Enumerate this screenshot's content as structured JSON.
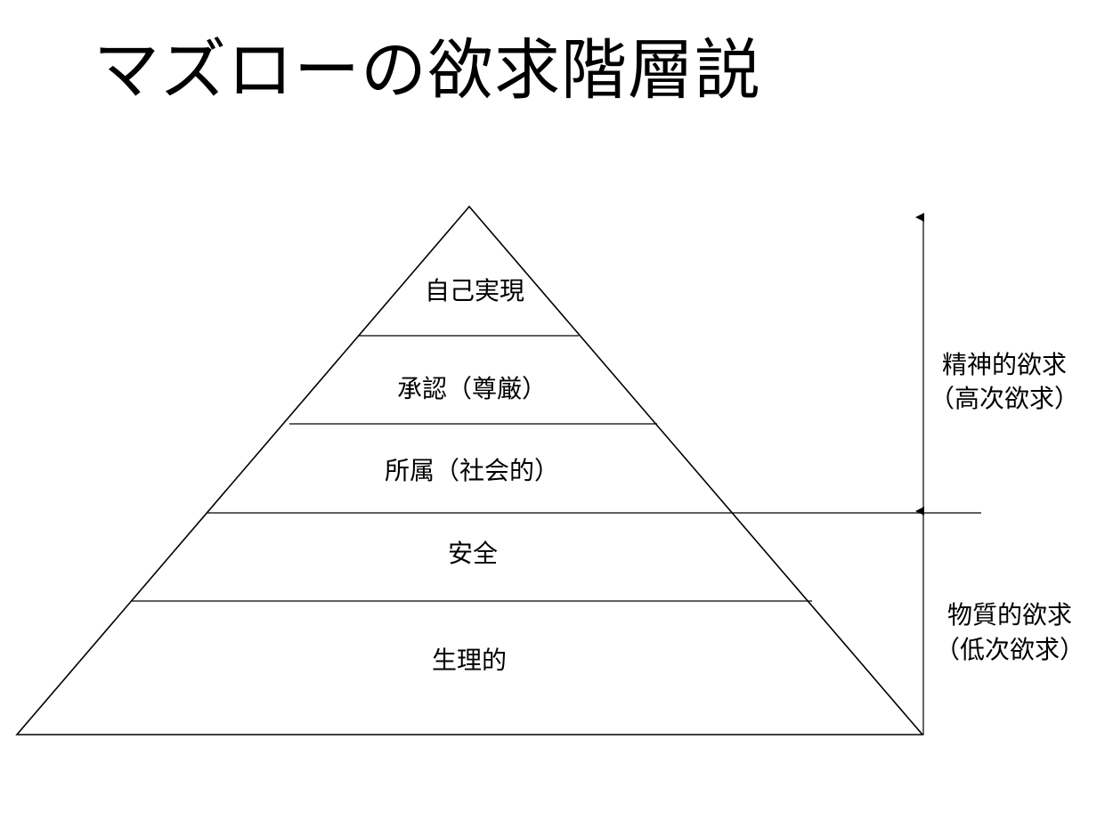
{
  "title": "マズローの欲求階層説",
  "layers": [
    {
      "label": "自己実現"
    },
    {
      "label": "承認（尊厳）"
    },
    {
      "label": "所属（社会的）"
    },
    {
      "label": "安全"
    },
    {
      "label": "生理的"
    }
  ],
  "groups": {
    "upper": {
      "line1": "精神的欲求",
      "line2": "（高次欲求）"
    },
    "lower": {
      "line1": "物質的欲求",
      "line2": "（低次欲求）"
    }
  },
  "colors": {
    "line": "#000000",
    "background": "#ffffff"
  }
}
